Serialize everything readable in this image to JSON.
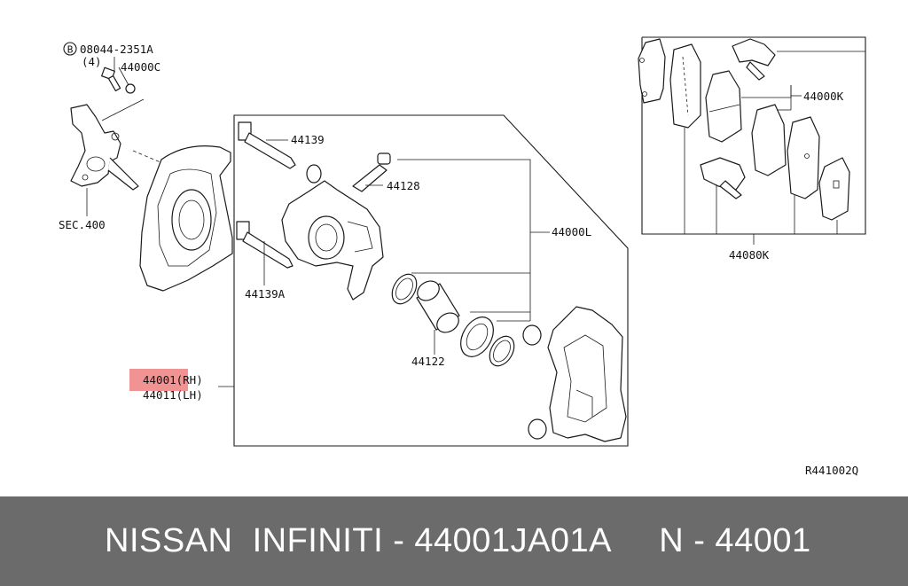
{
  "diagram": {
    "labels": {
      "bolt_part": "08044-2351A",
      "bolt_marker": "B",
      "bolt_qty": "(4)",
      "washer": "44000C",
      "section": "SEC.400",
      "pin_bolt_upper": "44139",
      "bleeder": "44128",
      "caliper_assy": "44000L",
      "pin_bolt_lower": "44139A",
      "piston_seal": "44122",
      "caliper_rh": "44001(RH)",
      "caliper_lh": "44011(LH)",
      "pad_kit": "44000K",
      "pad_hardware": "44080K",
      "figure_code": "R441002Q"
    },
    "highlight_color": "#f08080"
  },
  "footer": {
    "text": "NISSAN  INFINITI - 44001JA01A     N - 44001"
  }
}
